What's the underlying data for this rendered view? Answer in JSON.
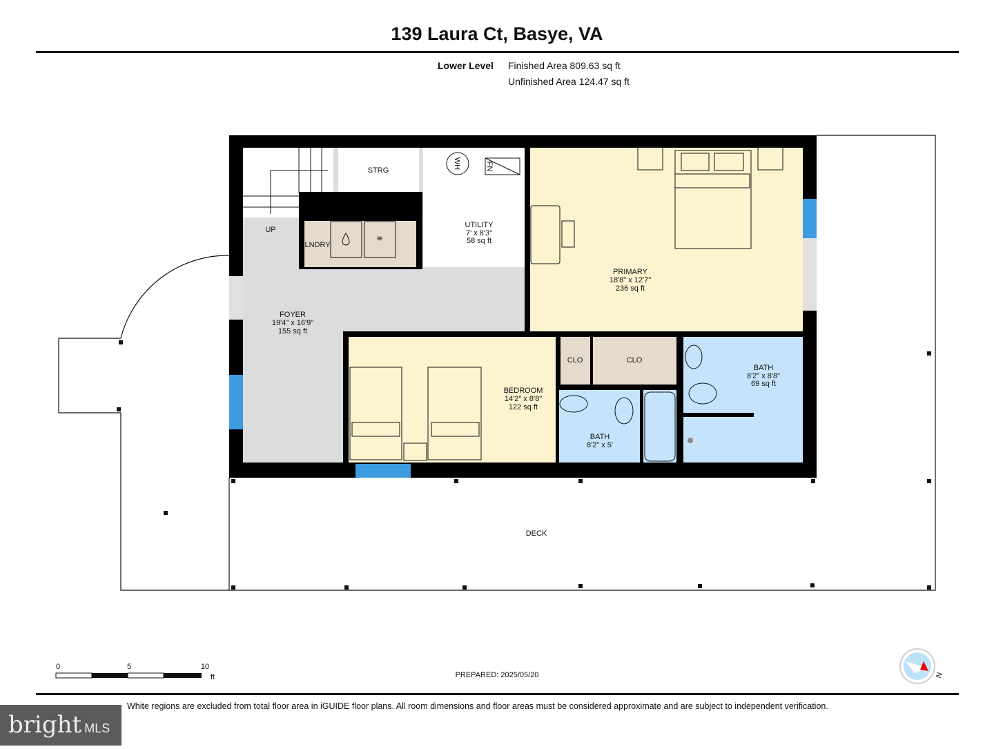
{
  "header": {
    "title": "139 Laura Ct, Basye, VA"
  },
  "level": {
    "name": "Lower Level",
    "finished": "Finished Area 809.63 sq ft",
    "unfinished": "Unfinished Area 124.47 sq ft"
  },
  "rooms": {
    "strg": "STRG",
    "utility": {
      "name": "UTILITY",
      "dims": "7' x 8'3\"",
      "area": "58 sq ft"
    },
    "wh": "WH",
    "fn": "FN",
    "lndry": "LNDRY",
    "up": "UP",
    "foyer": {
      "name": "FOYER",
      "dims": "19'4\" x 16'9\"",
      "area": "155 sq ft"
    },
    "primary": {
      "name": "PRIMARY",
      "dims": "18'8\" x 12'7\"",
      "area": "236 sq ft"
    },
    "bedroom": {
      "name": "BEDROOM",
      "dims": "14'2\" x 8'8\"",
      "area": "122 sq ft"
    },
    "clo1": "CLO",
    "clo2": "CLO",
    "bath1": {
      "name": "BATH",
      "dims": "8'2\" x 8'8\"",
      "area": "69 sq ft"
    },
    "bath2": {
      "name": "BATH",
      "dims": "8'2\" x 5'"
    },
    "deck": "DECK"
  },
  "scale": {
    "t0": "0",
    "t5": "5",
    "t10": "10",
    "unit": "ft"
  },
  "prepared": "PREPARED: 2025/05/20",
  "compass": "N",
  "footer": "White regions are excluded from total floor area in iGUIDE floor plans. All room dimensions and floor areas must be considered approximate and are subject to independent verification.",
  "watermark": "bright MLS",
  "colors": {
    "wall": "#000000",
    "foyer": "#dcdcdc",
    "bedroom": "#fdf3cf",
    "bath": "#c5e4fb",
    "closet": "#e5dacb",
    "window": "#3d9be0"
  }
}
